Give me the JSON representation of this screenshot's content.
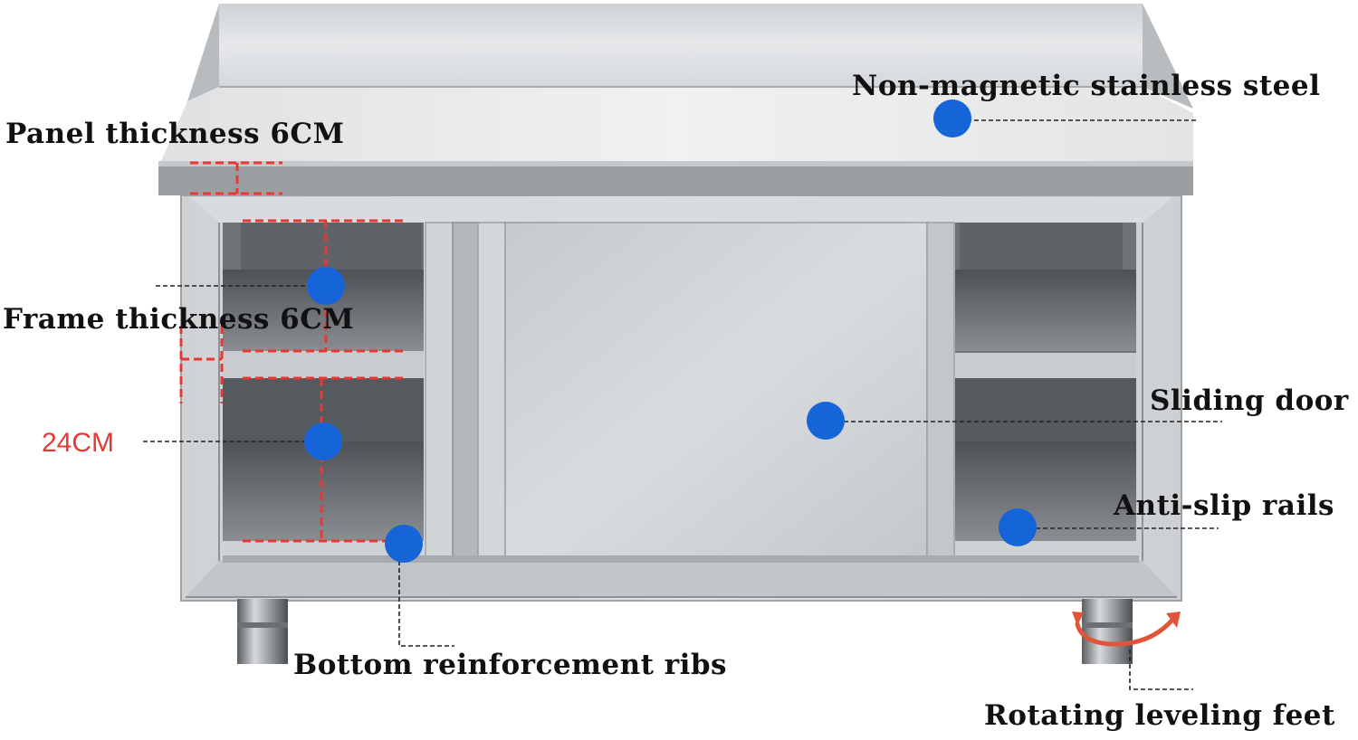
{
  "colors": {
    "marker": "#1565d8",
    "dimension": "#e53935",
    "steel_light": "#e4e6e8",
    "steel_mid": "#bfc2c5",
    "steel_dark": "#5c6064",
    "arrow": "#e0543a"
  },
  "labels": {
    "top_material": "Non-magnetic stainless steel",
    "panel_thickness": "Panel thickness 6CM",
    "frame_thickness": "Frame thickness 6CM",
    "shelf_height": "24CM",
    "sliding_door": "Sliding door",
    "anti_slip_rails": "Anti-slip rails",
    "bottom_ribs": "Bottom reinforcement ribs",
    "leveling_feet": "Rotating leveling feet"
  }
}
